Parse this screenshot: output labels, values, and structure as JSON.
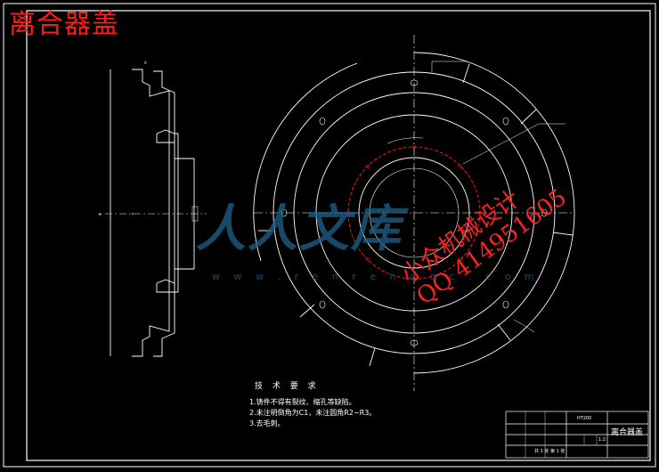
{
  "drawing": {
    "title": "离合器盖",
    "tech_heading": "技 术 要 求",
    "tech_notes": [
      "1.铸件不得有裂纹、缩孔等缺陷。",
      "2.未注明倒角为C1，未注圆角R2~R3。",
      "3.去毛刺。"
    ]
  },
  "watermark": {
    "logo": "人人文库",
    "url": "w w w . r e n r e n d o c . c o m",
    "ad_line1": "小众机械设计",
    "ad_line2": "QQ 414951605"
  },
  "title_block": {
    "part_name": "离合器盖",
    "material": "HT200",
    "scale": "1:2",
    "sheet": "第 1 张",
    "sheets_total": "共 1 张"
  },
  "colors": {
    "line": "#ffffff",
    "red": "#ff1a1a",
    "watermark_blue": "#1d5f86"
  }
}
